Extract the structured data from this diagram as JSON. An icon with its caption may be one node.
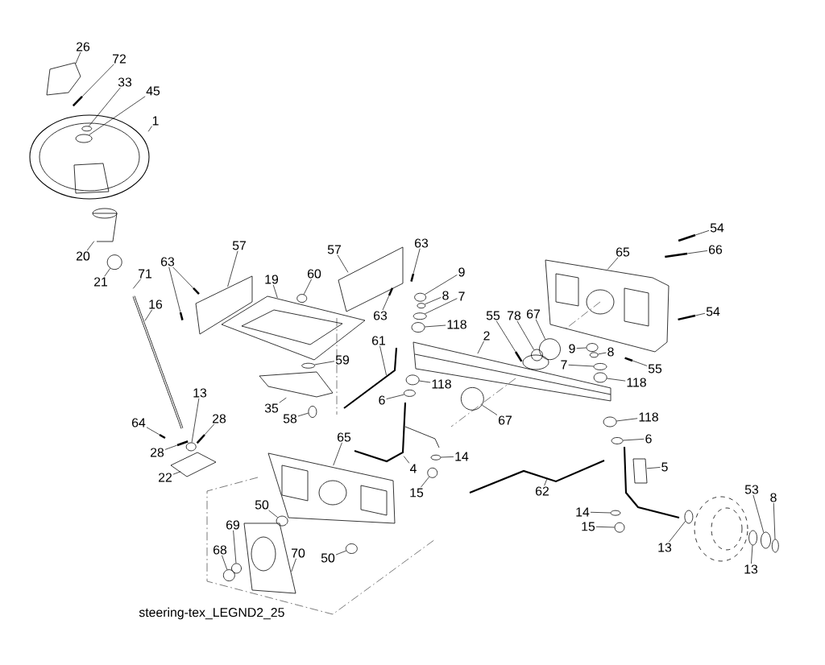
{
  "diagram": {
    "nodes": [
      {
        "text": [
          "26"
        ]
      },
      {
        "text": [
          "72"
        ]
      },
      {
        "text": [
          "33"
        ]
      },
      {
        "text": [
          "45"
        ]
      },
      {
        "text": [
          "1"
        ]
      },
      {
        "text": [
          "20"
        ]
      },
      {
        "text": [
          "21"
        ]
      },
      {
        "text": [
          "71"
        ]
      },
      {
        "text": [
          "16"
        ]
      },
      {
        "text": [
          "63"
        ]
      },
      {
        "text": [
          "57"
        ]
      },
      {
        "text": [
          "19"
        ]
      },
      {
        "text": [
          "60"
        ]
      },
      {
        "text": [
          "57"
        ]
      },
      {
        "text": [
          "63"
        ]
      },
      {
        "text": [
          "63"
        ]
      },
      {
        "text": [
          "9"
        ]
      },
      {
        "text": [
          "8"
        ]
      },
      {
        "text": [
          "7"
        ]
      },
      {
        "text": [
          "118"
        ]
      },
      {
        "text": [
          "61"
        ]
      },
      {
        "text": [
          "59"
        ]
      },
      {
        "text": [
          "35"
        ]
      },
      {
        "text": [
          "58"
        ]
      },
      {
        "text": [
          "55"
        ]
      },
      {
        "text": [
          "78"
        ]
      },
      {
        "text": [
          "67"
        ]
      },
      {
        "text": [
          "2"
        ]
      },
      {
        "text": [
          "9"
        ]
      },
      {
        "text": [
          "8"
        ]
      },
      {
        "text": [
          "7"
        ]
      },
      {
        "text": [
          "55"
        ]
      },
      {
        "text": [
          "118"
        ]
      },
      {
        "text": [
          "118"
        ]
      },
      {
        "text": [
          "6"
        ]
      },
      {
        "text": [
          "67"
        ]
      },
      {
        "text": [
          "118"
        ]
      },
      {
        "text": [
          "6"
        ]
      },
      {
        "text": [
          "5"
        ]
      },
      {
        "text": [
          "14"
        ]
      },
      {
        "text": [
          "15"
        ]
      },
      {
        "text": [
          "4"
        ]
      },
      {
        "text": [
          "65"
        ]
      },
      {
        "text": [
          "62"
        ]
      },
      {
        "text": [
          "14"
        ]
      },
      {
        "text": [
          "15"
        ]
      },
      {
        "text": [
          "13"
        ]
      },
      {
        "text": [
          "53"
        ]
      },
      {
        "text": [
          "8"
        ]
      },
      {
        "text": [
          "13"
        ]
      },
      {
        "text": [
          "50"
        ]
      },
      {
        "text": [
          "50"
        ]
      },
      {
        "text": [
          "69"
        ]
      },
      {
        "text": [
          "68"
        ]
      },
      {
        "text": [
          "70"
        ]
      },
      {
        "text": [
          "13"
        ]
      },
      {
        "text": [
          "28"
        ]
      },
      {
        "text": [
          "28"
        ]
      },
      {
        "text": [
          "64"
        ]
      },
      {
        "text": [
          "22"
        ]
      },
      {
        "text": [
          "65"
        ]
      },
      {
        "text": [
          "54"
        ]
      },
      {
        "text": [
          "66"
        ]
      },
      {
        "text": [
          "54"
        ]
      },
      {
        "text": [],
        "shape": "bar"
      },
      {
        "text": [],
        "shape": "circle"
      },
      {
        "text": [],
        "shape": "circle"
      },
      {
        "text": [],
        "shape": "circle"
      },
      {
        "text": [],
        "shape": "bar"
      },
      {
        "text": [],
        "shape": "circle"
      },
      {
        "text": [],
        "shape": "bar"
      },
      {
        "text": [],
        "shape": "bar"
      },
      {
        "text": [],
        "shape": "circle"
      },
      {
        "text": [],
        "shape": "circle"
      },
      {
        "text": [],
        "shape": "circle"
      },
      {
        "text": [],
        "shape": "circle"
      },
      {
        "text": [],
        "shape": "circle"
      },
      {
        "text": [],
        "shape": "circle"
      },
      {
        "text": [],
        "shape": "bar"
      },
      {
        "text": [],
        "shape": "circle"
      },
      {
        "text": [],
        "shape": "circle"
      },
      {
        "text": [],
        "shape": "circle"
      },
      {
        "text": [],
        "shape": "circle"
      },
      {
        "text": [],
        "shape": "circle"
      },
      {
        "text": [],
        "shape": "bar"
      },
      {
        "text": [],
        "shape": "circle"
      },
      {
        "text": [],
        "shape": "circle"
      },
      {
        "text": [],
        "shape": "circle"
      },
      {
        "text": [],
        "shape": "circle"
      },
      {
        "text": [],
        "shape": "circle"
      },
      {
        "text": [],
        "shape": "circle"
      },
      {
        "text": [],
        "shape": "circle"
      },
      {
        "text": [],
        "shape": "circle"
      },
      {
        "text": [],
        "shape": "circle"
      },
      {
        "text": [],
        "shape": "circle"
      },
      {
        "text": [],
        "shape": "circle"
      },
      {
        "text": [],
        "shape": "circle"
      },
      {
        "text": [],
        "shape": "circle"
      },
      {
        "text": [],
        "shape": "circle"
      },
      {
        "text": [],
        "shape": "circle"
      },
      {
        "text": [],
        "shape": "circle"
      },
      {
        "text": [],
        "shape": "circle"
      },
      {
        "text": [],
        "shape": "circle"
      },
      {
        "text": [],
        "shape": "circle"
      },
      {
        "text": [],
        "shape": "bar"
      },
      {
        "text": [],
        "shape": "bar"
      },
      {
        "text": [],
        "shape": "bar"
      },
      {
        "text": [],
        "shape": "bar"
      },
      {
        "text": [],
        "shape": "bar"
      },
      {
        "text": [],
        "shape": "bar"
      },
      {
        "text": [],
        "shape": "bar"
      }
    ],
    "edges": [
      {
        "from": 0,
        "to": null,
        "arrow": "none"
      },
      {
        "from": 1,
        "to": 64,
        "arrow": "none"
      },
      {
        "from": 2,
        "to": 65,
        "arrow": "none"
      },
      {
        "from": 3,
        "to": 66,
        "arrow": "none"
      },
      {
        "from": 4,
        "to": null,
        "arrow": "none"
      },
      {
        "from": 5,
        "to": null,
        "arrow": "none"
      },
      {
        "from": 6,
        "to": 67,
        "arrow": "none"
      },
      {
        "from": 7,
        "to": null,
        "arrow": "none"
      },
      {
        "from": 8,
        "to": null,
        "arrow": "none"
      },
      {
        "from": 9,
        "to": 68,
        "arrow": "none"
      },
      {
        "from": 10,
        "to": null,
        "arrow": "none"
      },
      {
        "from": 11,
        "to": null,
        "arrow": "none"
      },
      {
        "from": 12,
        "to": 69,
        "arrow": "none"
      },
      {
        "from": 13,
        "to": null,
        "arrow": "none"
      },
      {
        "from": 14,
        "to": 70,
        "arrow": "none"
      },
      {
        "from": 15,
        "to": 71,
        "arrow": "none"
      },
      {
        "from": 16,
        "to": 72,
        "arrow": "none"
      },
      {
        "from": 17,
        "to": 73,
        "arrow": "none"
      },
      {
        "from": 18,
        "to": 74,
        "arrow": "none"
      },
      {
        "from": 19,
        "to": 75,
        "arrow": "none"
      },
      {
        "from": 20,
        "to": null,
        "arrow": "none"
      },
      {
        "from": 21,
        "to": 76,
        "arrow": "none"
      },
      {
        "from": 22,
        "to": null,
        "arrow": "none"
      },
      {
        "from": 23,
        "to": 77,
        "arrow": "none"
      },
      {
        "from": 24,
        "to": 78,
        "arrow": "none"
      },
      {
        "from": 25,
        "to": 79,
        "arrow": "none"
      },
      {
        "from": 26,
        "to": 80,
        "arrow": "none"
      },
      {
        "from": 27,
        "to": null,
        "arrow": "none"
      },
      {
        "from": 28,
        "to": 81,
        "arrow": "none"
      },
      {
        "from": 29,
        "to": 82,
        "arrow": "none"
      },
      {
        "from": 30,
        "to": 83,
        "arrow": "none"
      },
      {
        "from": 31,
        "to": 84,
        "arrow": "none"
      },
      {
        "from": 32,
        "to": 85,
        "arrow": "none"
      },
      {
        "from": 33,
        "to": 86,
        "arrow": "none"
      },
      {
        "from": 34,
        "to": 87,
        "arrow": "none"
      },
      {
        "from": 35,
        "to": 88,
        "arrow": "none"
      },
      {
        "from": 36,
        "to": 89,
        "arrow": "none"
      },
      {
        "from": 37,
        "to": 90,
        "arrow": "none"
      },
      {
        "from": 38,
        "to": null,
        "arrow": "none"
      },
      {
        "from": 39,
        "to": 91,
        "arrow": "none"
      },
      {
        "from": 40,
        "to": 92,
        "arrow": "none"
      },
      {
        "from": 41,
        "to": null,
        "arrow": "none"
      },
      {
        "from": 42,
        "to": null,
        "arrow": "none"
      },
      {
        "from": 43,
        "to": null,
        "arrow": "none"
      },
      {
        "from": 44,
        "to": 93,
        "arrow": "none"
      },
      {
        "from": 45,
        "to": 94,
        "arrow": "none"
      },
      {
        "from": 46,
        "to": 95,
        "arrow": "none"
      },
      {
        "from": 47,
        "to": 96,
        "arrow": "none"
      },
      {
        "from": 48,
        "to": 97,
        "arrow": "none"
      },
      {
        "from": 49,
        "to": 98,
        "arrow": "none"
      },
      {
        "from": 50,
        "to": 99,
        "arrow": "none"
      },
      {
        "from": 51,
        "to": 100,
        "arrow": "none"
      },
      {
        "from": 52,
        "to": 101,
        "arrow": "none"
      },
      {
        "from": 53,
        "to": 102,
        "arrow": "none"
      },
      {
        "from": 54,
        "to": null,
        "arrow": "none"
      },
      {
        "from": 55,
        "to": 103,
        "arrow": "none"
      },
      {
        "from": 56,
        "to": 104,
        "arrow": "none"
      },
      {
        "from": 57,
        "to": 105,
        "arrow": "none"
      },
      {
        "from": 58,
        "to": 106,
        "arrow": "none"
      },
      {
        "from": 59,
        "to": null,
        "arrow": "none"
      },
      {
        "from": 60,
        "to": null,
        "arrow": "none"
      },
      {
        "from": 61,
        "to": 107,
        "arrow": "none"
      },
      {
        "from": 62,
        "to": 108,
        "arrow": "none"
      },
      {
        "from": 63,
        "to": 109,
        "arrow": "none"
      },
      {
        "from": 9,
        "to": 110,
        "arrow": "none"
      }
    ],
    "labels": [
      "steering-tex_LEGND2_25"
    ]
  }
}
